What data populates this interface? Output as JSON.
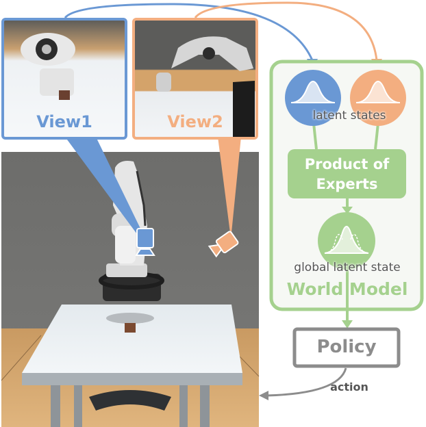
{
  "colors": {
    "view1": "#6a98d4",
    "view2": "#f3ae80",
    "world_model": "#a5d18e",
    "world_model_bg": "#f6f8f4",
    "policy": "#8c8c8c",
    "text_dark": "#555555"
  },
  "views": [
    {
      "label": "View1",
      "color": "#6a98d4"
    },
    {
      "label": "View2",
      "color": "#f3ae80"
    }
  ],
  "world_model": {
    "title": "World Model",
    "latent_states_label": "latent states",
    "poe_label_line1": "Product of",
    "poe_label_line2": "Experts",
    "global_latent_label": "global latent state"
  },
  "policy": {
    "label": "Policy",
    "action_label": "action"
  },
  "scene": {
    "description": "robot arm simulation scene with table and cube",
    "camera1_icon": "camera-icon",
    "camera2_icon": "camera-icon"
  }
}
